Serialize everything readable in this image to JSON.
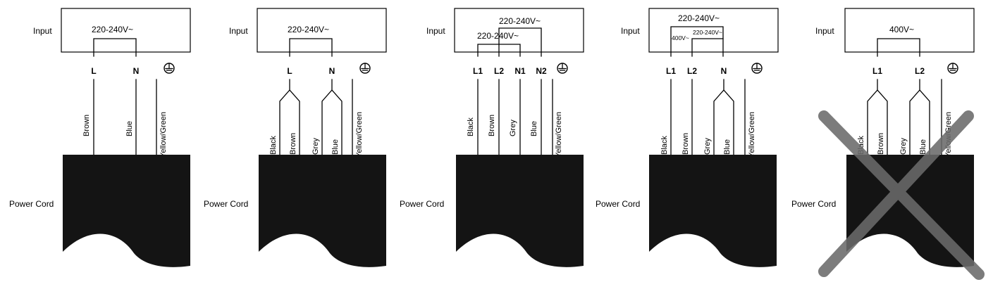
{
  "colors": {
    "ink": "#000000",
    "cross": "#6a6a6a",
    "background": "#ffffff"
  },
  "input_label": "Input",
  "power_cord_label": "Power Cord",
  "earth_icon": "earth-ground-icon",
  "panels": [
    {
      "id": "single-phase",
      "voltages": [
        "220-240V~"
      ],
      "terminals": [
        "L",
        "N"
      ],
      "wires": [
        "Brown",
        "Blue",
        "Yellow/Green"
      ],
      "crossed_out": false
    },
    {
      "id": "single-phase-bridged",
      "voltages": [
        "220-240V~"
      ],
      "terminals": [
        "L",
        "N"
      ],
      "wires": [
        "Black",
        "Brown",
        "Grey",
        "Blue",
        "Yellow/Green"
      ],
      "crossed_out": false
    },
    {
      "id": "two-phase-two-neutral",
      "voltages": [
        "220-240V~",
        "220-240V~"
      ],
      "terminals": [
        "L1",
        "L2",
        "N1",
        "N2"
      ],
      "wires": [
        "Black",
        "Brown",
        "Grey",
        "Blue",
        "Yellow/Green"
      ],
      "crossed_out": false
    },
    {
      "id": "two-phase-one-neutral",
      "voltages": [
        "220-240V~",
        "400V~",
        "220-240V~"
      ],
      "terminals": [
        "L1",
        "L2",
        "N"
      ],
      "wires": [
        "Black",
        "Brown",
        "Grey",
        "Blue",
        "Yellow/Green"
      ],
      "crossed_out": false
    },
    {
      "id": "two-phase-400v",
      "voltages": [
        "400V~"
      ],
      "terminals": [
        "L1",
        "L2"
      ],
      "wires": [
        "Black",
        "Brown",
        "Grey",
        "Blue",
        "Yellow/Green"
      ],
      "crossed_out": true
    }
  ]
}
